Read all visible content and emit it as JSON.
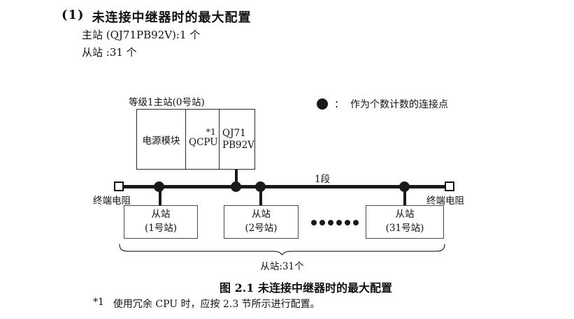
{
  "header": {
    "index": "(1)",
    "title": "未连接中继器时的最大配置",
    "master_count_line": "主站 (QJ71PB92V):1 个",
    "slave_count_line": "从站 :31 个"
  },
  "diagram": {
    "master_station_label": "等级1主站(0号站)",
    "master_modules": {
      "power": "电源模块",
      "cpu": "QCPU",
      "cpu_note": "*1",
      "net_line1": "QJ71",
      "net_line2": "PB92V"
    },
    "legend": {
      "separator": "：",
      "text": "作为个数计数的连接点"
    },
    "segment_label": "1段",
    "left_terminator_label": "终端电阻",
    "right_terminator_label": "终端电阻",
    "slaves": [
      {
        "line1": "从站",
        "line2": "(1号站)"
      },
      {
        "line1": "从站",
        "line2": "(2号站)"
      },
      {
        "line1": "从站",
        "line2": "(31号站)"
      }
    ],
    "brace_label": "从站:31个"
  },
  "caption": "图 2.1 未连接中继器时的最大配置",
  "footnote": {
    "marker": "*1",
    "text": "使用冗余 CPU 时，应按 2.3 节所示进行配置。"
  },
  "colors": {
    "ink": "#111111",
    "bus_line": "#1a1a1a",
    "box_border": "#2b2b2b"
  }
}
